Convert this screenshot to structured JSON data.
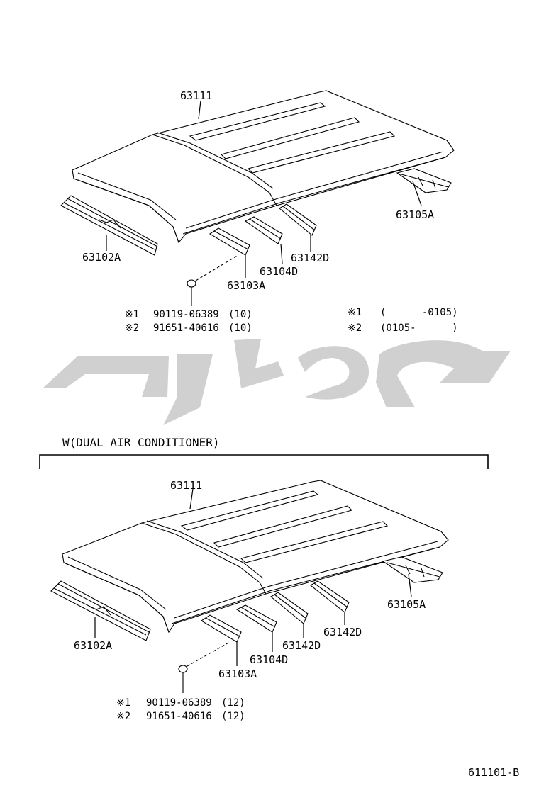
{
  "sheet_code": "611101-B",
  "watermark_text": "",
  "top_section": {
    "labels": {
      "roof_panel": "63111",
      "rail_front": "63102A",
      "rail_rear": "63105A",
      "bow_1": "63103A",
      "bow_2": "63104D",
      "bow_3": "63142D"
    },
    "fastener_notes": [
      {
        "mark": "※1",
        "part": "90119-06389",
        "qty": "(10)"
      },
      {
        "mark": "※2",
        "part": "91651-40616",
        "qty": "(10)"
      }
    ],
    "date_notes": [
      {
        "mark": "※1",
        "range": "(      -0105)"
      },
      {
        "mark": "※2",
        "range": "(0105-      )"
      }
    ]
  },
  "bottom_section": {
    "heading": "W(DUAL AIR CONDITIONER)",
    "labels": {
      "roof_panel": "63111",
      "rail_front": "63102A",
      "rail_rear": "63105A",
      "bow_1": "63103A",
      "bow_2": "63104D",
      "bow_3": "63142D",
      "bow_4": "63142D"
    },
    "fastener_notes": [
      {
        "mark": "※1",
        "part": "90119-06389",
        "qty": "(12)"
      },
      {
        "mark": "※2",
        "part": "91651-40616",
        "qty": "(12)"
      }
    ]
  }
}
